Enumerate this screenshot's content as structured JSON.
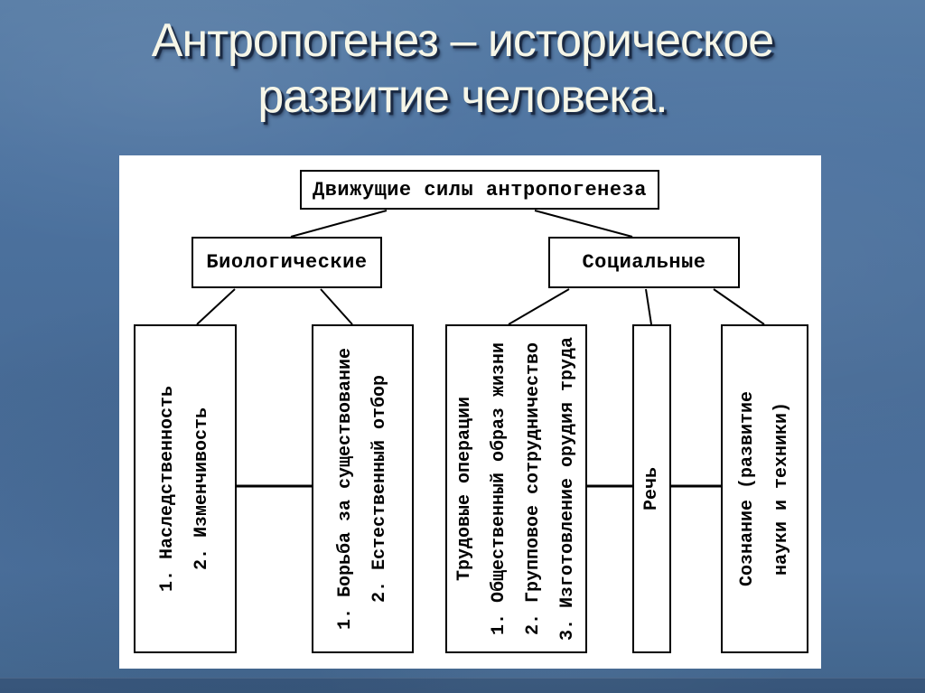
{
  "title": {
    "lines": [
      "Антропогенез – историческое",
      "развитие человека."
    ]
  },
  "diagram": {
    "root_label": "Движущие силы антропогенеза",
    "branches": [
      {
        "label": "Биологические"
      },
      {
        "label": "Социальные"
      }
    ],
    "leaves": [
      {
        "name": "heredity-variability",
        "lines": [
          "1. Наследственность",
          "2. Изменчивость"
        ]
      },
      {
        "name": "struggle-selection",
        "lines": [
          "1. Борьба за существование",
          "2. Естественный отбор"
        ]
      },
      {
        "name": "labor-operations",
        "lines": [
          "Трудовые операции",
          "1. Общественный образ жизни",
          "2. Групповое сотрудничество",
          "3. Изготовление орудия труда"
        ]
      },
      {
        "name": "speech",
        "lines": [
          "Речь"
        ]
      },
      {
        "name": "consciousness",
        "lines": [
          "Сознание (развитие",
          "науки и техники)"
        ]
      }
    ]
  },
  "colors": {
    "slide_background": "#4d73a0",
    "title_text": "#f6f6e8",
    "title_shadow": "#18263e",
    "panel_background": "#ffffff",
    "box_background": "#ffffff",
    "box_border": "#000000",
    "connector_line": "#000000"
  }
}
